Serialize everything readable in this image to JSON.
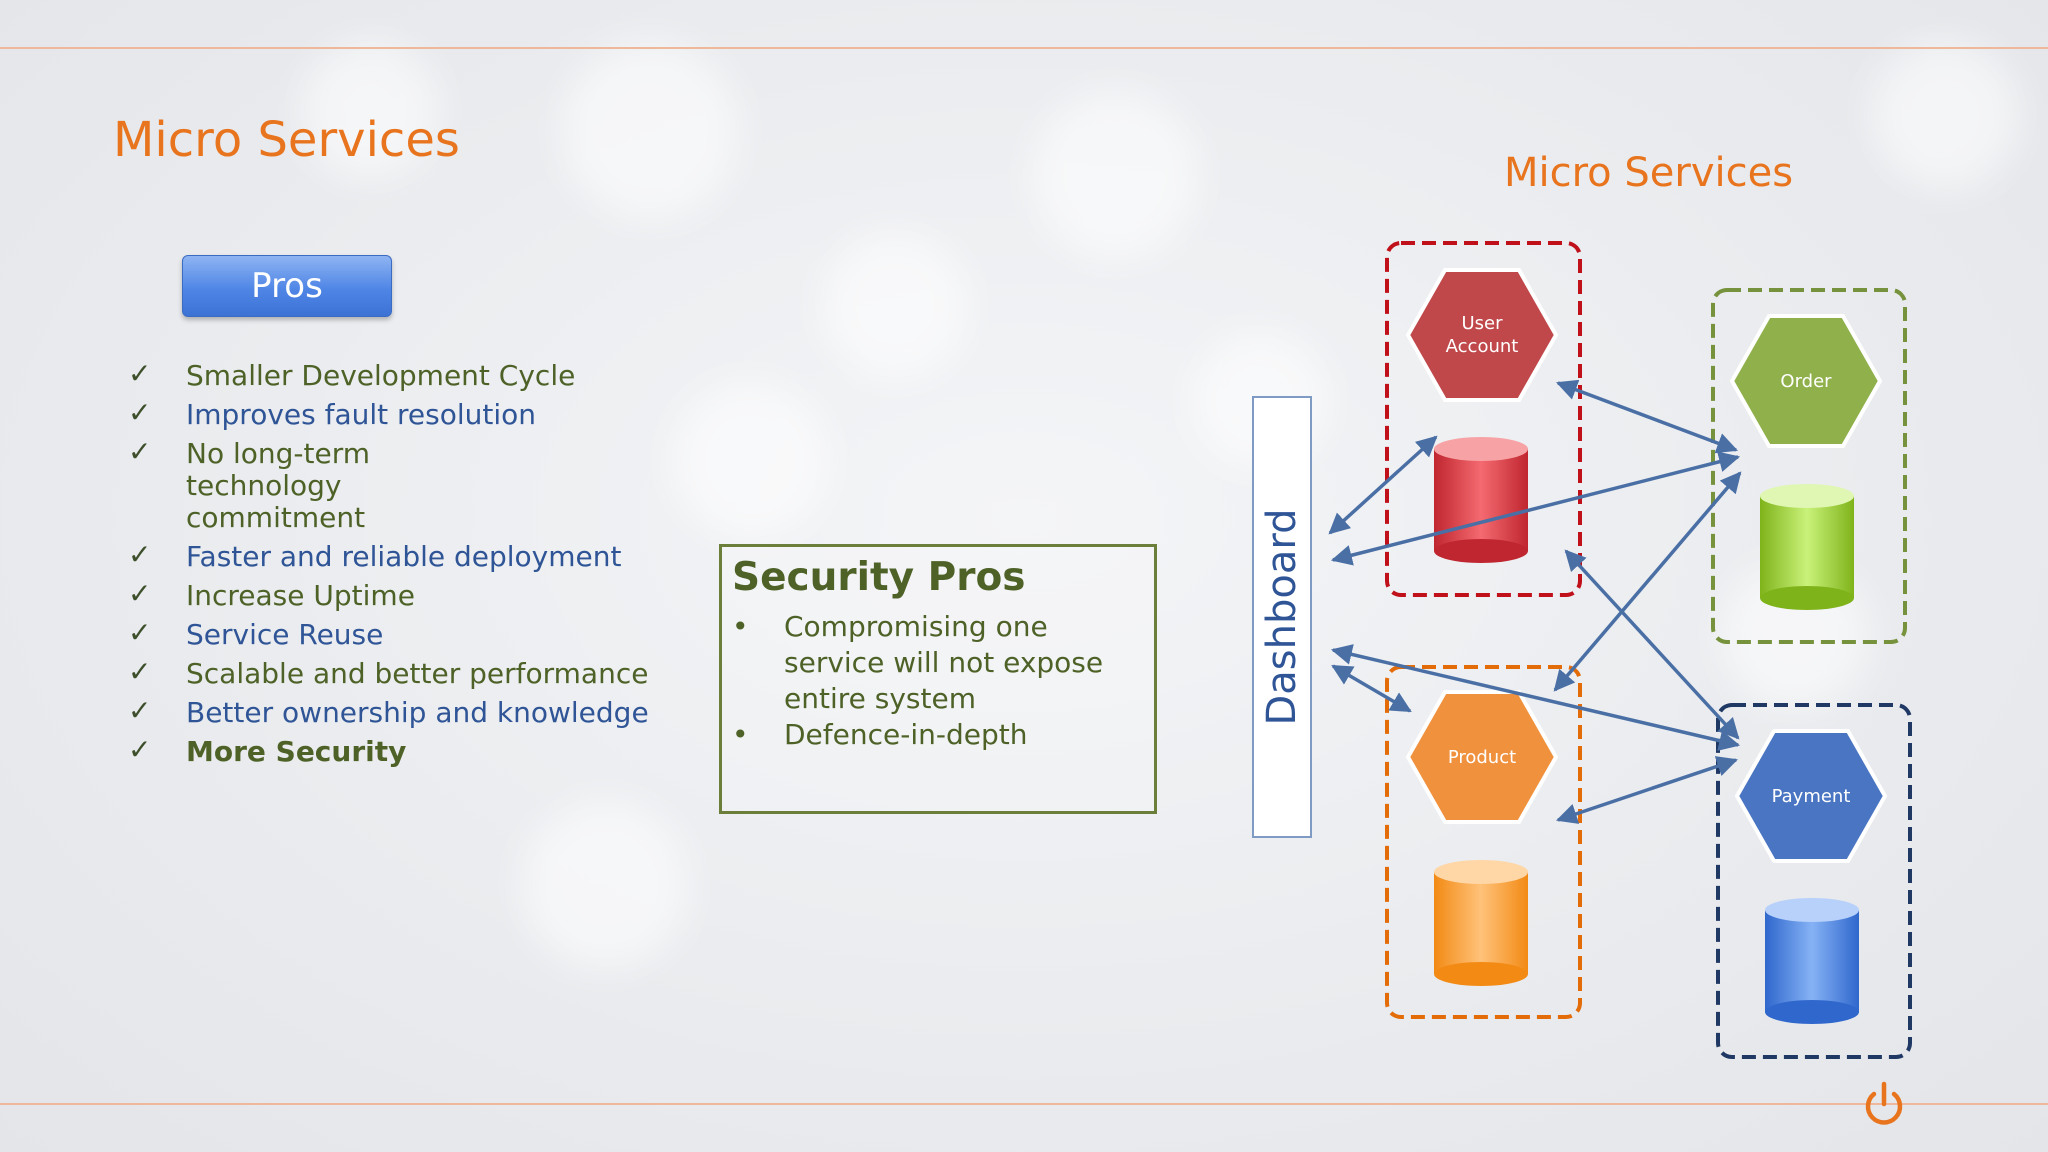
{
  "title": "Micro Services",
  "pros": {
    "button_label": "Pros",
    "items": [
      {
        "text": "Smaller Development Cycle"
      },
      {
        "text": "Improves fault resolution"
      },
      {
        "text": "No long-term technology commitment"
      },
      {
        "text": "Faster and reliable deployment"
      },
      {
        "text": "Increase Uptime"
      },
      {
        "text": "Service Reuse"
      },
      {
        "text": "Scalable and better performance"
      },
      {
        "text": "Better ownership and knowledge"
      },
      {
        "text": "More Security"
      }
    ]
  },
  "security_pros": {
    "title": "Security Pros",
    "items": [
      "Compromising one service will not expose entire system",
      "Defence-in-depth"
    ]
  },
  "diagram": {
    "title": "Micro Services",
    "dashboard_label": "Dashboard",
    "services": [
      {
        "label_line1": "User",
        "label_line2": "Account",
        "color": "#c0474a",
        "border_color": "#c0101a",
        "db_color": "#e8444c"
      },
      {
        "label_line1": "Order",
        "label_line2": "",
        "color": "#8fb04b",
        "border_color": "#76923c",
        "db_color": "#9ccf2c"
      },
      {
        "label_line1": "Product",
        "label_line2": "",
        "color": "#f0913e",
        "border_color": "#e36c09",
        "db_color": "#ff9a2e"
      },
      {
        "label_line1": "Payment",
        "label_line2": "",
        "color": "#4a75c2",
        "border_color": "#1f3864",
        "db_color": "#3f7de0"
      }
    ],
    "arrow_color": "#4a6fa5"
  },
  "icons": {
    "check": "checkmark-icon",
    "power": "power-icon"
  },
  "colors": {
    "accent_orange": "#e8741e",
    "text_green": "#4e6228",
    "text_blue": "#2f5597",
    "button_blue": "#4f86e6"
  }
}
